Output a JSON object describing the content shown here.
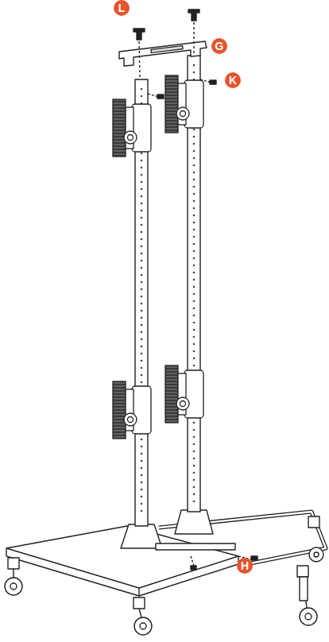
{
  "diagram": {
    "labels": [
      "L",
      "G",
      "K",
      "H"
    ]
  }
}
